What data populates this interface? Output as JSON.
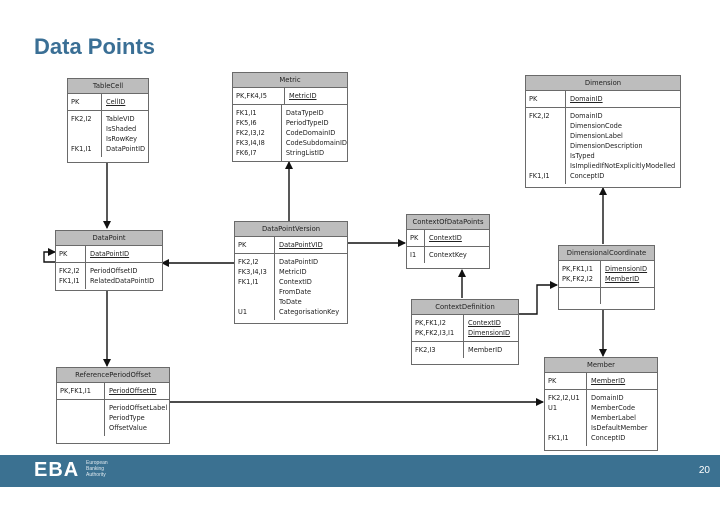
{
  "title": "Data Points",
  "footer": {
    "logo": "EBA",
    "org_lines": [
      "European",
      "Banking",
      "Authority"
    ],
    "page": "20"
  },
  "entities": {
    "tablecell": {
      "name": "TableCell",
      "sections": [
        {
          "keys": [
            "PK"
          ],
          "fields": [
            {
              "t": "CellID",
              "u": true
            }
          ]
        },
        {
          "keys": [
            "FK2,I2",
            "",
            "",
            "FK1,I1"
          ],
          "fields": [
            {
              "t": "TableVID"
            },
            {
              "t": "IsShaded"
            },
            {
              "t": "IsRowKey"
            },
            {
              "t": "DataPointID"
            }
          ]
        }
      ]
    },
    "metric": {
      "name": "Metric",
      "sections": [
        {
          "keys": [
            "PK,FK4,I5"
          ],
          "fields": [
            {
              "t": "MetricID",
              "u": true
            }
          ]
        },
        {
          "keys": [
            "FK1,I1",
            "FK5,I6",
            "FK2,I3,I2",
            "FK3,I4,I8",
            "FK6,I7"
          ],
          "fields": [
            {
              "t": "DataTypeID"
            },
            {
              "t": "PeriodTypeID"
            },
            {
              "t": "CodeDomainID"
            },
            {
              "t": "CodeSubdomainID"
            },
            {
              "t": "StringListID"
            }
          ]
        }
      ]
    },
    "dimension": {
      "name": "Dimension",
      "sections": [
        {
          "keys": [
            "PK"
          ],
          "fields": [
            {
              "t": "DomainID",
              "u": true
            }
          ]
        },
        {
          "keys": [
            "FK2,I2",
            "",
            "",
            "",
            "",
            "",
            "FK1,I1"
          ],
          "fields": [
            {
              "t": "DomainID"
            },
            {
              "t": "DimensionCode"
            },
            {
              "t": "DimensionLabel"
            },
            {
              "t": "DimensionDescription"
            },
            {
              "t": "IsTyped"
            },
            {
              "t": "IsImpliedIfNotExplicitlyModelled"
            },
            {
              "t": "ConceptID"
            }
          ]
        }
      ]
    },
    "datapoint": {
      "name": "DataPoint",
      "sections": [
        {
          "keys": [
            "PK"
          ],
          "fields": [
            {
              "t": "DataPointID",
              "u": true
            }
          ]
        },
        {
          "keys": [
            "FK2,I2",
            "FK1,I1"
          ],
          "fields": [
            {
              "t": "PeriodOffsetID"
            },
            {
              "t": "RelatedDataPointID"
            }
          ]
        }
      ]
    },
    "datapointversion": {
      "name": "DataPointVersion",
      "sections": [
        {
          "keys": [
            "PK"
          ],
          "fields": [
            {
              "t": "DataPointVID",
              "u": true
            }
          ]
        },
        {
          "keys": [
            "FK2,I2",
            "FK3,I4,I3",
            "FK1,I1",
            "",
            "",
            "U1"
          ],
          "fields": [
            {
              "t": "DataPointID"
            },
            {
              "t": "MetricID"
            },
            {
              "t": "ContextID"
            },
            {
              "t": "FromDate"
            },
            {
              "t": "ToDate"
            },
            {
              "t": "CategorisationKey"
            }
          ]
        }
      ]
    },
    "contextofdatapoints": {
      "name": "ContextOfDataPoints",
      "sections": [
        {
          "keys": [
            "PK"
          ],
          "fields": [
            {
              "t": "ContextID",
              "u": true
            }
          ]
        },
        {
          "keys": [
            "I1"
          ],
          "fields": [
            {
              "t": "ContextKey"
            }
          ]
        }
      ]
    },
    "dimensionalcoordinate": {
      "name": "DimensionalCoordinate",
      "sections": [
        {
          "keys": [
            "PK,FK1,I1",
            "PK,FK2,I2"
          ],
          "fields": [
            {
              "t": "DimensionID",
              "u": true
            },
            {
              "t": "MemberID",
              "u": true
            }
          ]
        },
        {
          "keys": [],
          "fields": []
        }
      ]
    },
    "contextdefinition": {
      "name": "ContextDefinition",
      "sections": [
        {
          "keys": [
            "PK,FK1,I2",
            "PK,FK2,I3,I1"
          ],
          "fields": [
            {
              "t": "ContextID",
              "u": true
            },
            {
              "t": "DimensionID",
              "u": true
            }
          ]
        },
        {
          "keys": [
            "FK2,I3"
          ],
          "fields": [
            {
              "t": "MemberID"
            }
          ]
        }
      ]
    },
    "referenceperiodoffset": {
      "name": "ReferencePeriodOffset",
      "sections": [
        {
          "keys": [
            "PK,FK1,I1"
          ],
          "fields": [
            {
              "t": "PeriodOffsetID",
              "u": true
            }
          ]
        },
        {
          "keys": [
            "",
            "",
            ""
          ],
          "fields": [
            {
              "t": "PeriodOffsetLabel"
            },
            {
              "t": "PeriodType"
            },
            {
              "t": "OffsetValue"
            }
          ]
        }
      ]
    },
    "member": {
      "name": "Member",
      "sections": [
        {
          "keys": [
            "PK"
          ],
          "fields": [
            {
              "t": "MemberID",
              "u": true
            }
          ]
        },
        {
          "keys": [
            "FK2,I2,U1",
            "U1",
            "",
            "",
            "FK1,I1"
          ],
          "fields": [
            {
              "t": "DomainID"
            },
            {
              "t": "MemberCode"
            },
            {
              "t": "MemberLabel"
            },
            {
              "t": "IsDefaultMember"
            },
            {
              "t": "ConceptID"
            }
          ]
        }
      ]
    }
  }
}
